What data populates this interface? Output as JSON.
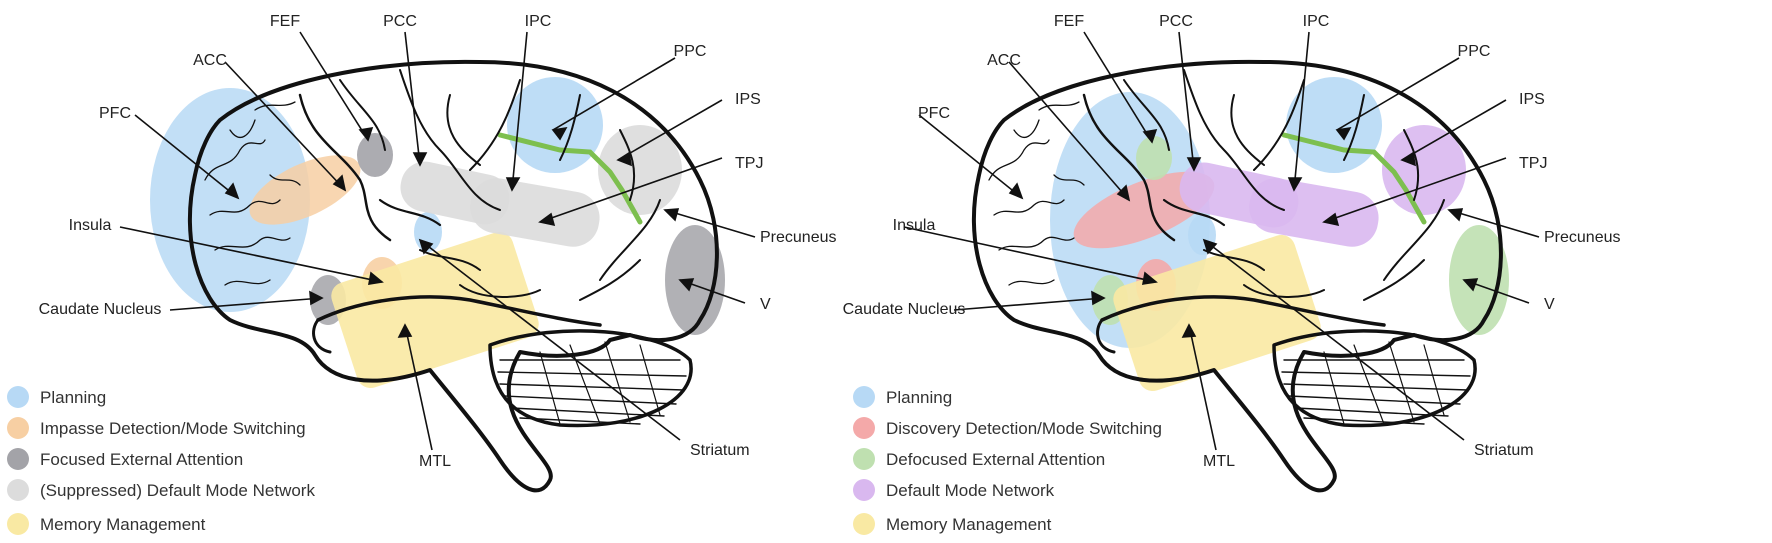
{
  "panels": [
    {
      "labels": {
        "fef": "FEF",
        "pcc": "PCC",
        "ipc": "IPC",
        "ppc": "PPC",
        "acc": "ACC",
        "pfc": "PFC",
        "ips": "IPS",
        "tpj": "TPJ",
        "insula": "Insula",
        "precuneus": "Precuneus",
        "caudate": "Caudate Nucleus",
        "v": "V",
        "mtl": "MTL",
        "striatum": "Striatum"
      },
      "legend": [
        {
          "label": "Planning",
          "color": "#b7d9f5"
        },
        {
          "label": "Impasse Detection/Mode Switching",
          "color": "#f7cfa3"
        },
        {
          "label": "Focused External Attention",
          "color": "#a3a3a8"
        },
        {
          "label": "(Suppressed) Default Mode Network",
          "color": "#dcdcdc"
        },
        {
          "label": "Memory Management",
          "color": "#f9e9a3"
        }
      ]
    },
    {
      "labels": {
        "fef": "FEF",
        "pcc": "PCC",
        "ipc": "IPC",
        "ppc": "PPC",
        "acc": "ACC",
        "pfc": "PFC",
        "ips": "IPS",
        "tpj": "TPJ",
        "insula": "Insula",
        "precuneus": "Precuneus",
        "caudate": "Caudate Nucleus",
        "v": "V",
        "mtl": "MTL",
        "striatum": "Striatum"
      },
      "legend": [
        {
          "label": "Planning",
          "color": "#b7d9f5"
        },
        {
          "label": "Discovery Detection/Mode Switching",
          "color": "#f4a9a9"
        },
        {
          "label": "Defocused External Attention",
          "color": "#bfe0b0"
        },
        {
          "label": "Default Mode Network",
          "color": "#d9b8ef"
        },
        {
          "label": "Memory Management",
          "color": "#f9e9a3"
        }
      ]
    }
  ],
  "colors": {
    "planning": "#b7d9f5",
    "impasse": "#f7cfa3",
    "focused": "#a3a3a8",
    "suppressed_dmn": "#dcdcdc",
    "memory": "#f9e9a3",
    "discovery": "#f4a9a9",
    "defocused": "#bfe0b0",
    "dmn": "#d9b8ef",
    "ips_line": "#7dbf4f"
  }
}
